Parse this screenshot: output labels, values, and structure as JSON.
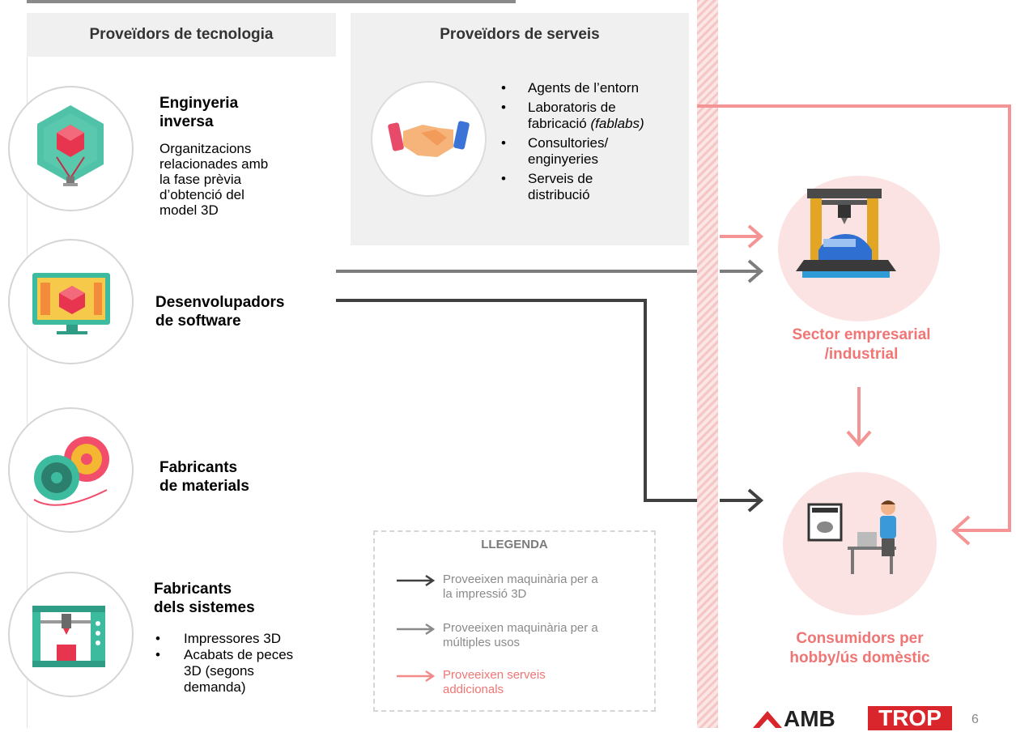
{
  "columns": {
    "tech_header": "Proveïdors de tecnologia",
    "services_header": "Proveïdors de serveis"
  },
  "tech_items": [
    {
      "title_line1": "Enginyeria",
      "title_line2": "inversa",
      "desc": [
        "Organitzacions",
        "relacionades amb",
        "la fase   prèvia",
        "d’obtenció del",
        "model 3D"
      ]
    },
    {
      "title_line1": "Desenvolupadors",
      "title_line2": "de software"
    },
    {
      "title_line1": "Fabricants",
      "title_line2": "de materials"
    },
    {
      "title_line1": "Fabricants",
      "title_line2": "dels sistemes",
      "bullets": [
        {
          "lines": [
            "Impressores 3D"
          ]
        },
        {
          "lines": [
            "Acabats de peces",
            "3D (segons",
            "demanda)"
          ]
        }
      ]
    }
  ],
  "services": {
    "bullets": [
      {
        "lines": [
          "Agents de l’entorn"
        ]
      },
      {
        "lines": [
          "Laboratoris de",
          "fabricació"
        ],
        "italic": "(fablabs)"
      },
      {
        "lines": [
          "Consultories/",
          "enginyeries"
        ]
      },
      {
        "lines": [
          "Serveis de",
          "distribució"
        ]
      }
    ]
  },
  "targets": {
    "business_line1": "Sector empresarial",
    "business_line2": "/industrial",
    "consumer_line1": "Consumidors per",
    "consumer_line2": "hobby/ús domèstic"
  },
  "legend": {
    "title": "LLEGENDA",
    "items": [
      {
        "line1": "Proveeixen maquinària per a",
        "line2": "la impressió 3D",
        "color": "#404040"
      },
      {
        "line1": "Proveeixen maquinària per a",
        "line2": "múltiples usos",
        "color": "#8a8a8a"
      },
      {
        "line1": "Proveeixen serveis",
        "line2": "addicionals",
        "color": "#f28a8a"
      }
    ]
  },
  "footer": {
    "logo1": "AMB",
    "logo2": "TROP",
    "page_number": "6"
  },
  "colors": {
    "dark_arrow": "#404040",
    "gray_arrow": "#7d7d7d",
    "pink_arrow": "#f49494",
    "pink_text": "#f07575",
    "pink_circle": "#fce3e3",
    "logo_red": "#d9262c"
  }
}
